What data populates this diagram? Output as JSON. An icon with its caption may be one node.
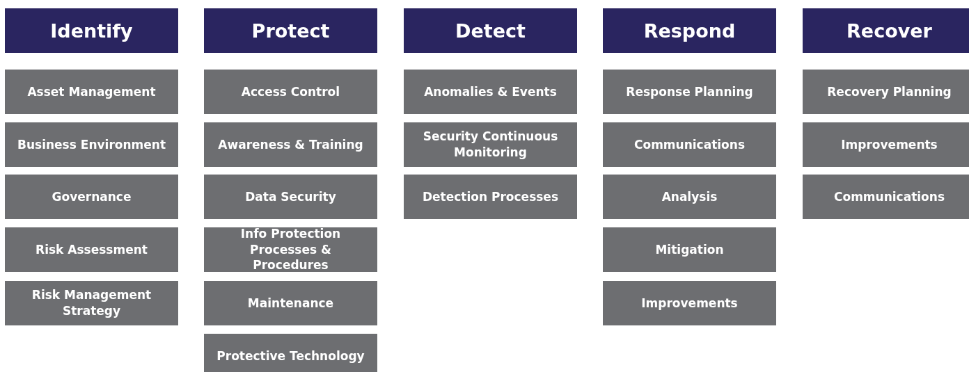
{
  "diagram": {
    "nodes": [
      {
        "text": [
          "Identify"
        ]
      },
      {
        "text": [
          "Asset Management"
        ]
      },
      {
        "text": [
          "Business Environment"
        ]
      },
      {
        "text": [
          "Governance"
        ]
      },
      {
        "text": [
          "Risk Assessment"
        ]
      },
      {
        "text": [
          "Risk Management Strategy"
        ]
      },
      {
        "text": [
          "Protect"
        ]
      },
      {
        "text": [
          "Access Control"
        ]
      },
      {
        "text": [
          "Awareness & Training"
        ]
      },
      {
        "text": [
          "Data Security"
        ]
      },
      {
        "text": [
          "Info Protection Processes & Procedures"
        ]
      },
      {
        "text": [
          "Maintenance"
        ]
      },
      {
        "text": [
          "Protective Technology"
        ]
      },
      {
        "text": [
          "Detect"
        ]
      },
      {
        "text": [
          "Anomalies & Events"
        ]
      },
      {
        "text": [
          "Security Continuous Monitoring"
        ]
      },
      {
        "text": [
          "Detection Processes"
        ]
      },
      {
        "text": [
          "Respond"
        ]
      },
      {
        "text": [
          "Response Planning"
        ]
      },
      {
        "text": [
          "Communications"
        ]
      },
      {
        "text": [
          "Analysis"
        ]
      },
      {
        "text": [
          "Mitigation"
        ]
      },
      {
        "text": [
          "Improvements"
        ]
      },
      {
        "text": [
          "Recover"
        ]
      },
      {
        "text": [
          "Recovery Planning"
        ]
      },
      {
        "text": [
          "Improvements"
        ]
      },
      {
        "text": [
          "Communications"
        ]
      }
    ]
  }
}
